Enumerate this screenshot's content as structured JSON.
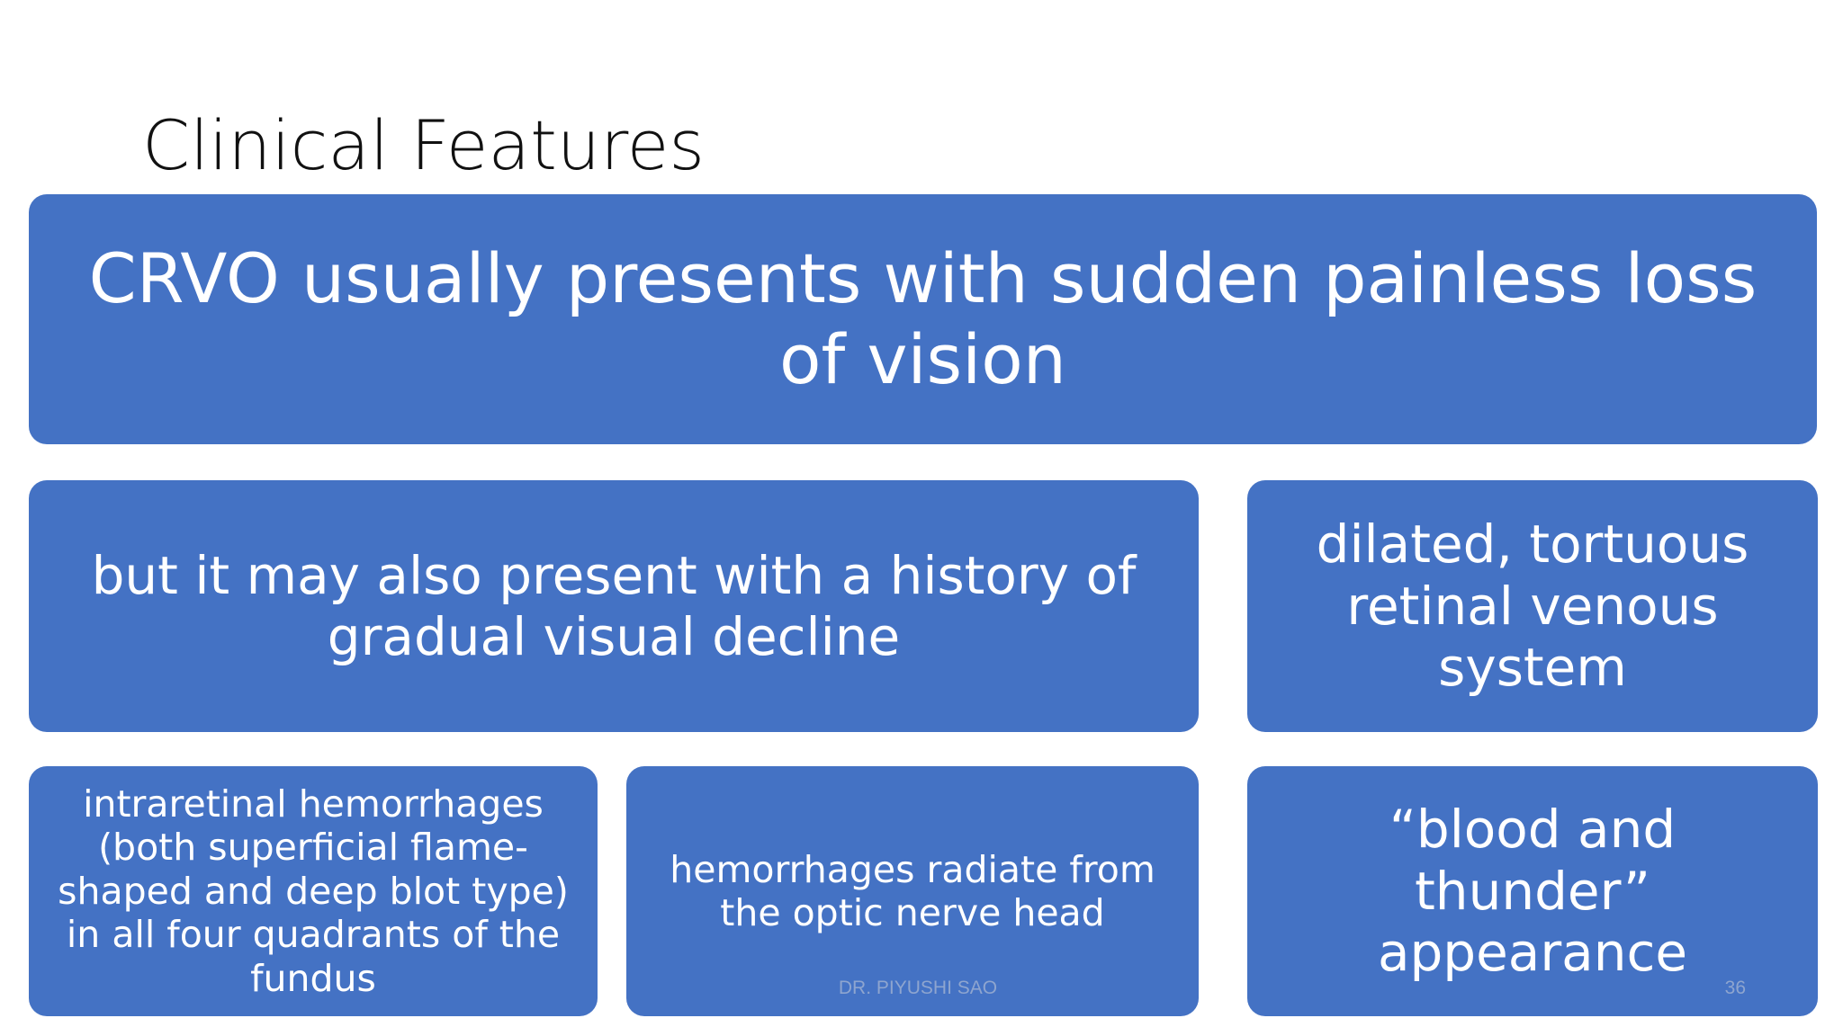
{
  "slide": {
    "title": "Clinical Features",
    "boxes": {
      "main": "CRVO usually presents with sudden painless loss of vision",
      "gradual": "but it may also present with a history of gradual visual decline",
      "dilated": "dilated, tortuous retinal venous system",
      "intraretinal": "intraretinal hemorrhages (both superficial flame-shaped and deep blot type) in all four quadrants of the fundus",
      "radiate": "hemorrhages radiate from the optic nerve head",
      "blood": "“blood and thunder” appearance"
    },
    "footer": "DR. PIYUSHI SAO",
    "number": "36"
  },
  "colors": {
    "box_fill": "#4472c4",
    "box_text": "#ffffff",
    "footer_text": "#8ea5cf"
  }
}
